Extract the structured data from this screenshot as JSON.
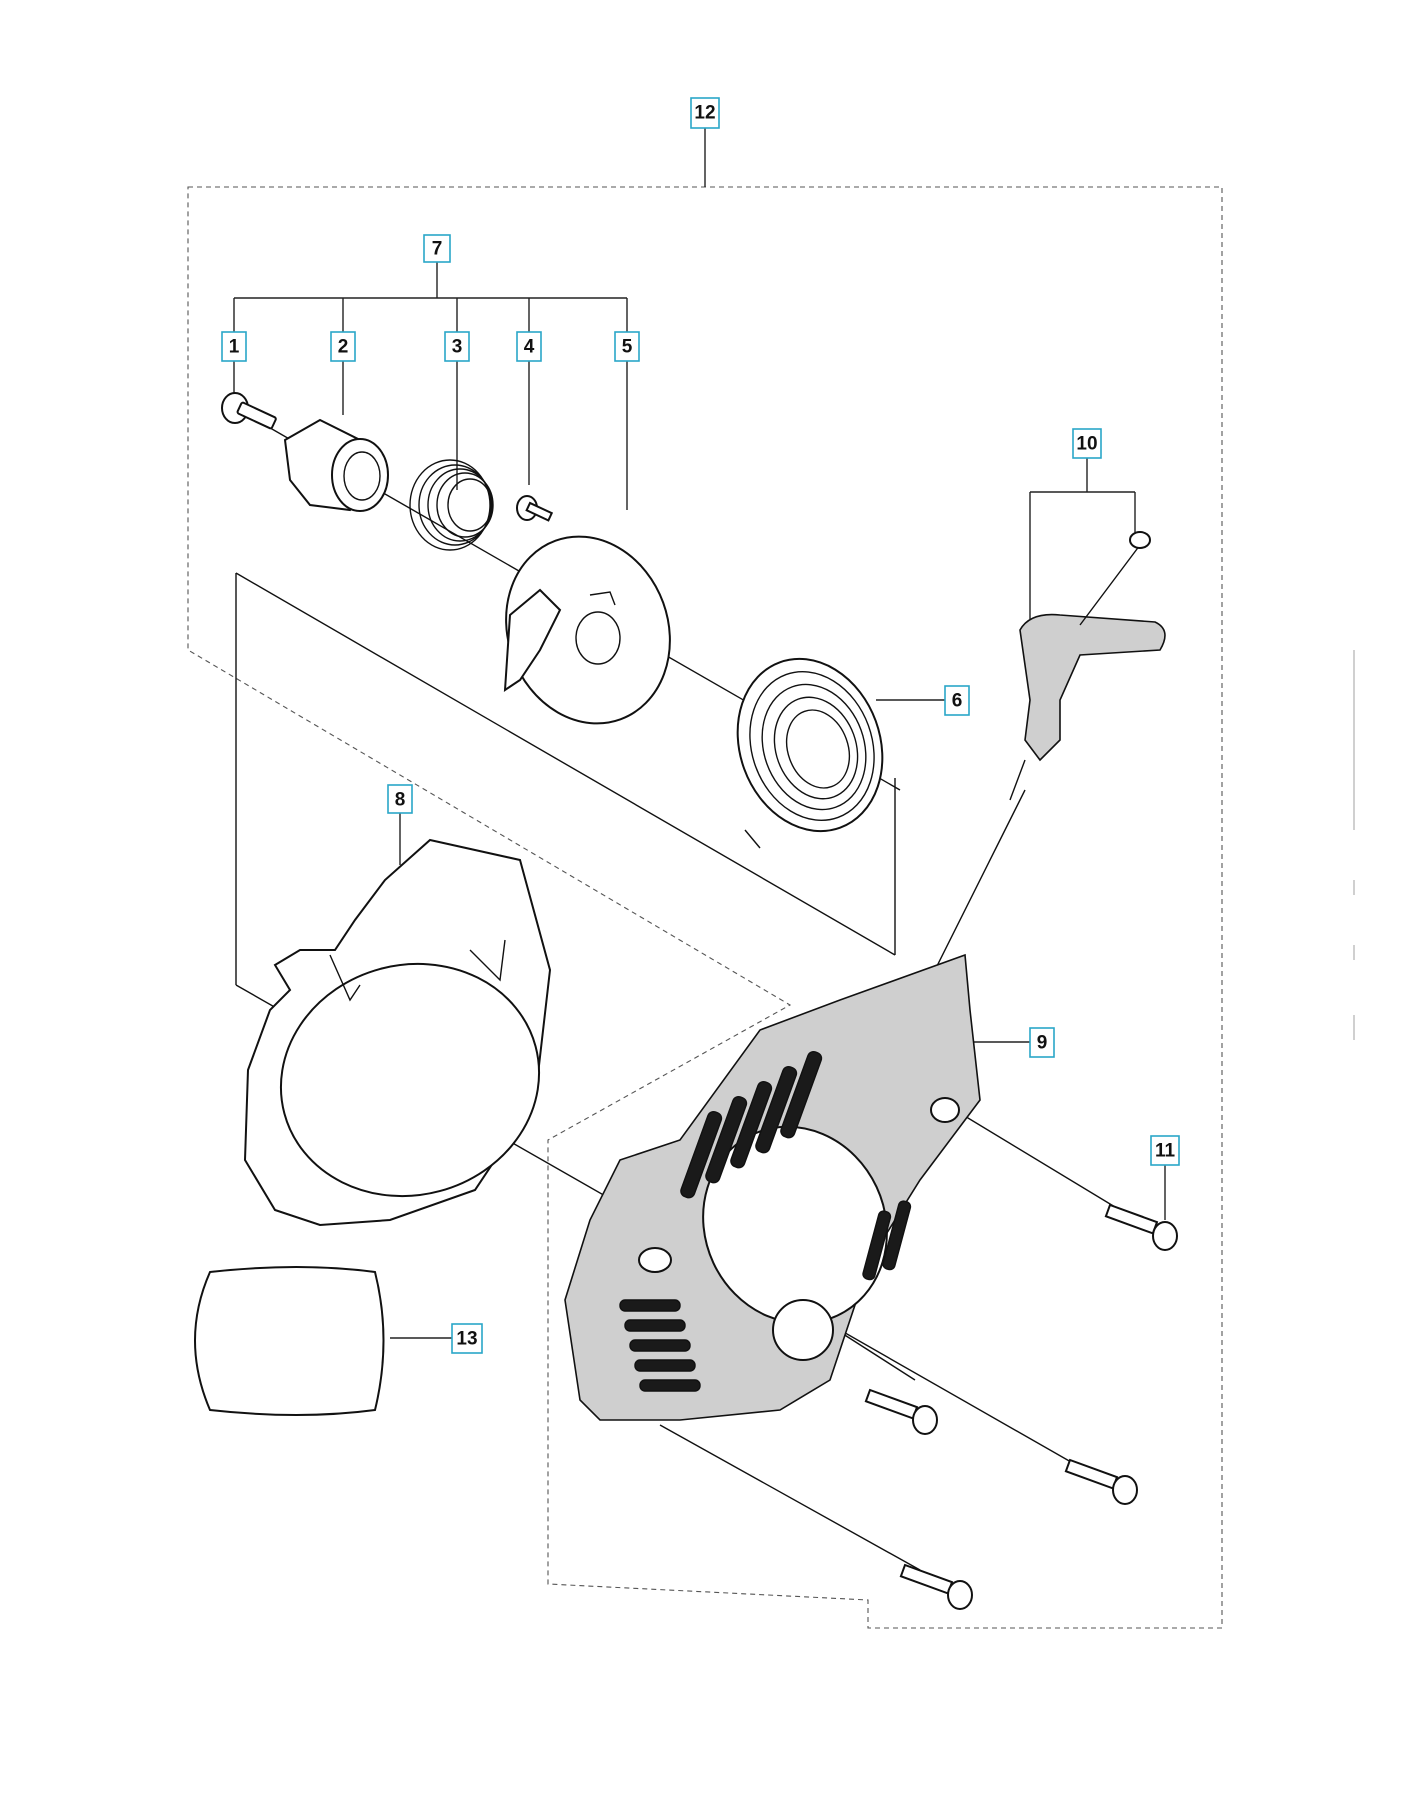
{
  "diagram": {
    "callouts": [
      {
        "id": "c1",
        "label": "1",
        "boxed": true
      },
      {
        "id": "c2",
        "label": "2",
        "boxed": true
      },
      {
        "id": "c3",
        "label": "3",
        "boxed": true
      },
      {
        "id": "c4",
        "label": "4",
        "boxed": true
      },
      {
        "id": "c5",
        "label": "5",
        "boxed": true
      },
      {
        "id": "c6",
        "label": "6",
        "boxed": true
      },
      {
        "id": "c7",
        "label": "7",
        "boxed": true
      },
      {
        "id": "c8",
        "label": "8",
        "boxed": true
      },
      {
        "id": "c9",
        "label": "9",
        "boxed": true
      },
      {
        "id": "c10",
        "label": "10",
        "boxed": true
      },
      {
        "id": "c11",
        "label": "11",
        "boxed": true
      },
      {
        "id": "c12",
        "label": "12",
        "boxed": true
      },
      {
        "id": "c13",
        "label": "13",
        "boxed": true
      }
    ]
  }
}
